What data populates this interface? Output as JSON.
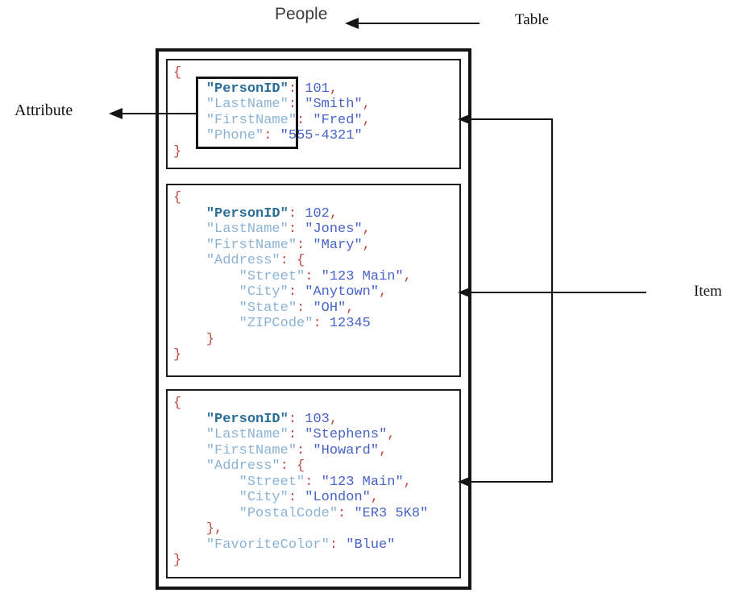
{
  "title": "People",
  "labels": {
    "table": "Table",
    "attribute": "Attribute",
    "item": "Item"
  },
  "colors": {
    "line": "#141414",
    "title": "#3c3c3c",
    "punct": "#c14b42",
    "key": "#8bb3d4",
    "pk": "#2a6e97",
    "val": "#4964c8"
  },
  "items": [
    {
      "person_id": 101,
      "lines": [
        [
          [
            "p",
            "{"
          ]
        ],
        [
          [
            "w",
            "    "
          ],
          [
            "b",
            "\"PersonID\""
          ],
          [
            "p",
            ":"
          ],
          [
            "v",
            " 101"
          ],
          [
            "p",
            ","
          ]
        ],
        [
          [
            "w",
            "    "
          ],
          [
            "k",
            "\"LastName\""
          ],
          [
            "p",
            ":"
          ],
          [
            "v",
            " \"Smith\""
          ],
          [
            "p",
            ","
          ]
        ],
        [
          [
            "w",
            "    "
          ],
          [
            "k",
            "\"FirstName\""
          ],
          [
            "p",
            ":"
          ],
          [
            "v",
            " \"Fred\""
          ],
          [
            "p",
            ","
          ]
        ],
        [
          [
            "w",
            "    "
          ],
          [
            "k",
            "\"Phone\""
          ],
          [
            "p",
            ":"
          ],
          [
            "v",
            " \"555-4321\""
          ]
        ],
        [
          [
            "p",
            "}"
          ]
        ]
      ]
    },
    {
      "person_id": 102,
      "lines": [
        [
          [
            "p",
            "{"
          ]
        ],
        [
          [
            "w",
            "    "
          ],
          [
            "b",
            "\"PersonID\""
          ],
          [
            "p",
            ":"
          ],
          [
            "v",
            " 102"
          ],
          [
            "p",
            ","
          ]
        ],
        [
          [
            "w",
            "    "
          ],
          [
            "k",
            "\"LastName\""
          ],
          [
            "p",
            ":"
          ],
          [
            "v",
            " \"Jones\""
          ],
          [
            "p",
            ","
          ]
        ],
        [
          [
            "w",
            "    "
          ],
          [
            "k",
            "\"FirstName\""
          ],
          [
            "p",
            ":"
          ],
          [
            "v",
            " \"Mary\""
          ],
          [
            "p",
            ","
          ]
        ],
        [
          [
            "w",
            "    "
          ],
          [
            "k",
            "\"Address\""
          ],
          [
            "p",
            ": {"
          ]
        ],
        [
          [
            "w",
            "        "
          ],
          [
            "k",
            "\"Street\""
          ],
          [
            "p",
            ":"
          ],
          [
            "v",
            " \"123 Main\""
          ],
          [
            "p",
            ","
          ]
        ],
        [
          [
            "w",
            "        "
          ],
          [
            "k",
            "\"City\""
          ],
          [
            "p",
            ":"
          ],
          [
            "v",
            " \"Anytown\""
          ],
          [
            "p",
            ","
          ]
        ],
        [
          [
            "w",
            "        "
          ],
          [
            "k",
            "\"State\""
          ],
          [
            "p",
            ":"
          ],
          [
            "v",
            " \"OH\""
          ],
          [
            "p",
            ","
          ]
        ],
        [
          [
            "w",
            "        "
          ],
          [
            "k",
            "\"ZIPCode\""
          ],
          [
            "p",
            ":"
          ],
          [
            "v",
            " 12345"
          ]
        ],
        [
          [
            "w",
            "    "
          ],
          [
            "p",
            "}"
          ]
        ],
        [
          [
            "p",
            "}"
          ]
        ]
      ]
    },
    {
      "person_id": 103,
      "lines": [
        [
          [
            "p",
            "{"
          ]
        ],
        [
          [
            "w",
            "    "
          ],
          [
            "b",
            "\"PersonID\""
          ],
          [
            "p",
            ":"
          ],
          [
            "v",
            " 103"
          ],
          [
            "p",
            ","
          ]
        ],
        [
          [
            "w",
            "    "
          ],
          [
            "k",
            "\"LastName\""
          ],
          [
            "p",
            ":"
          ],
          [
            "v",
            " \"Stephens\""
          ],
          [
            "p",
            ","
          ]
        ],
        [
          [
            "w",
            "    "
          ],
          [
            "k",
            "\"FirstName\""
          ],
          [
            "p",
            ":"
          ],
          [
            "v",
            " \"Howard\""
          ],
          [
            "p",
            ","
          ]
        ],
        [
          [
            "w",
            "    "
          ],
          [
            "k",
            "\"Address\""
          ],
          [
            "p",
            ": {"
          ]
        ],
        [
          [
            "w",
            "        "
          ],
          [
            "k",
            "\"Street\""
          ],
          [
            "p",
            ":"
          ],
          [
            "v",
            " \"123 Main\""
          ],
          [
            "p",
            ","
          ]
        ],
        [
          [
            "w",
            "        "
          ],
          [
            "k",
            "\"City\""
          ],
          [
            "p",
            ":"
          ],
          [
            "v",
            " \"London\""
          ],
          [
            "p",
            ","
          ]
        ],
        [
          [
            "w",
            "        "
          ],
          [
            "k",
            "\"PostalCode\""
          ],
          [
            "p",
            ":"
          ],
          [
            "v",
            " \"ER3 5K8\""
          ]
        ],
        [
          [
            "w",
            "    "
          ],
          [
            "p",
            "},"
          ]
        ],
        [
          [
            "w",
            "    "
          ],
          [
            "k",
            "\"FavoriteColor\""
          ],
          [
            "p",
            ":"
          ],
          [
            "v",
            " \"Blue\""
          ]
        ],
        [
          [
            "p",
            "}"
          ]
        ]
      ]
    }
  ]
}
